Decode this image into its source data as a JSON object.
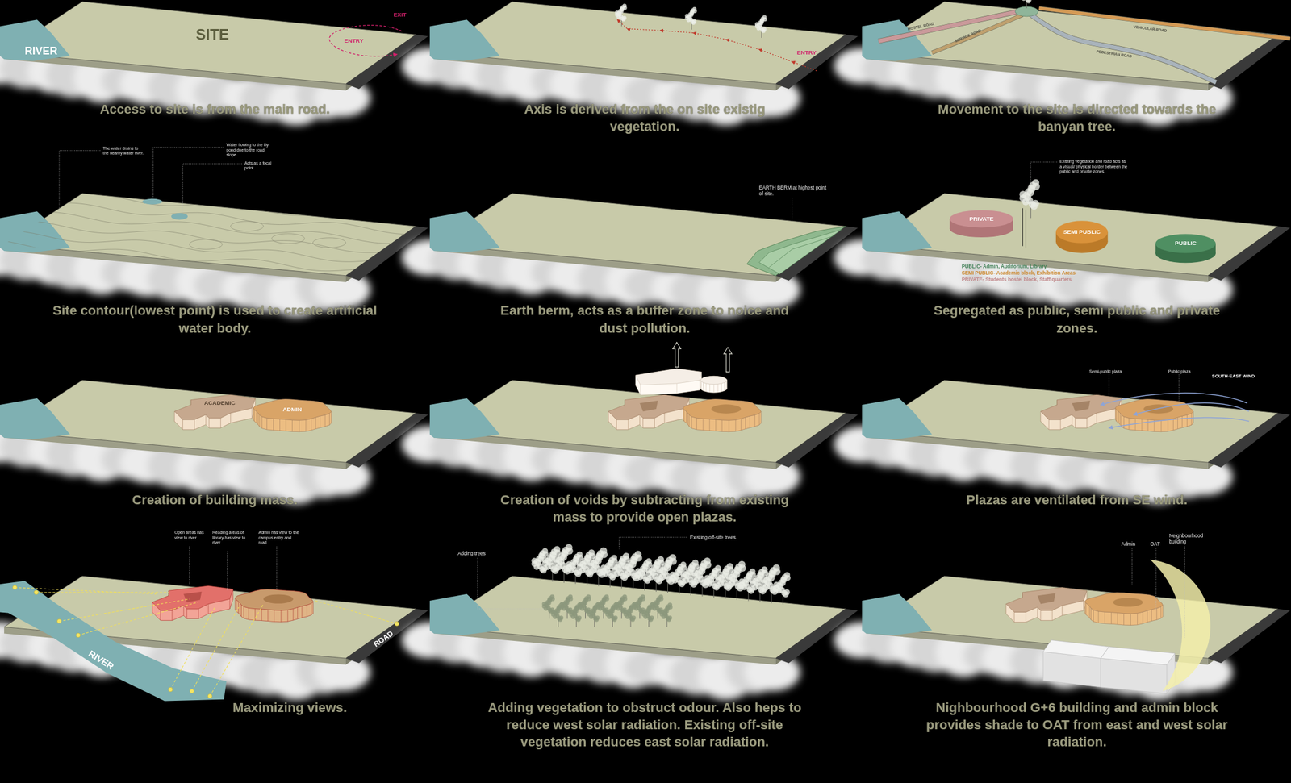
{
  "diagram": {
    "nodes": [
      {
        "text": [
          "PRIVATE"
        ]
      },
      {
        "text": [
          "SEMI PUBLIC"
        ]
      },
      {
        "text": [
          "PUBLIC"
        ]
      },
      {
        "text": [
          "ACADEMIC"
        ]
      },
      {
        "text": [
          "ADMIN"
        ]
      }
    ],
    "labels": [
      "RIVER",
      "SITE",
      "EXIT",
      "ENTRY",
      "Access to site is from the main road.",
      "ENTRY",
      "Axis is derived from the on site existig vegetation.",
      "HOSTEL ROAD",
      "SERVICE ROAD",
      "PEDESTRIAN ROAD",
      "VEHICULAR ROAD",
      "Movement to the site is directed towards the banyan tree.",
      "The water drains to the nearby water river.",
      "Water flowing to the lily pond due to the road slope.",
      "Acts as a focal point.",
      "Site contour(lowest point) is used to create artificial water body.",
      "EARTH BERM at highest point of site.",
      "Earth berm, acts as a buffer zone to noice and dust pollution.",
      "Existing vegetation and road acts as a visual/ physical border between the public and private zones.",
      "PUBLIC- Admin, Auditorium, Library",
      "SEMI PUBLIC- Academic block, Exhibition Areas",
      "PRIVATE- Students hostel block, Staff quarters",
      "Segregated as public, semi public and private zones.",
      "Creation of building mass.",
      "Creation of voids by subtracting from existing mass to provide open plazas.",
      "Semi-public plaza",
      "Public plaza",
      "SOUTH-EAST WIND",
      "Plazas are ventilated from SE wind.",
      "Open areas has view to river",
      "Reading areas of library has view to river",
      "Admin has view to the campus entry and road",
      "RIVER",
      "ROAD",
      "Maximizing views.",
      "Adding trees",
      "Existing off-site trees.",
      "Adding vegetation to obstruct odour. Also heps to reduce west solar radiation. Existing off-site vegetation reduces east solar radiation.",
      "Admin",
      "OAT",
      "Neighbourhood building",
      "Nighbourhood G+6 building and admin block provides shade to OAT from east and west solar radiation."
    ]
  }
}
